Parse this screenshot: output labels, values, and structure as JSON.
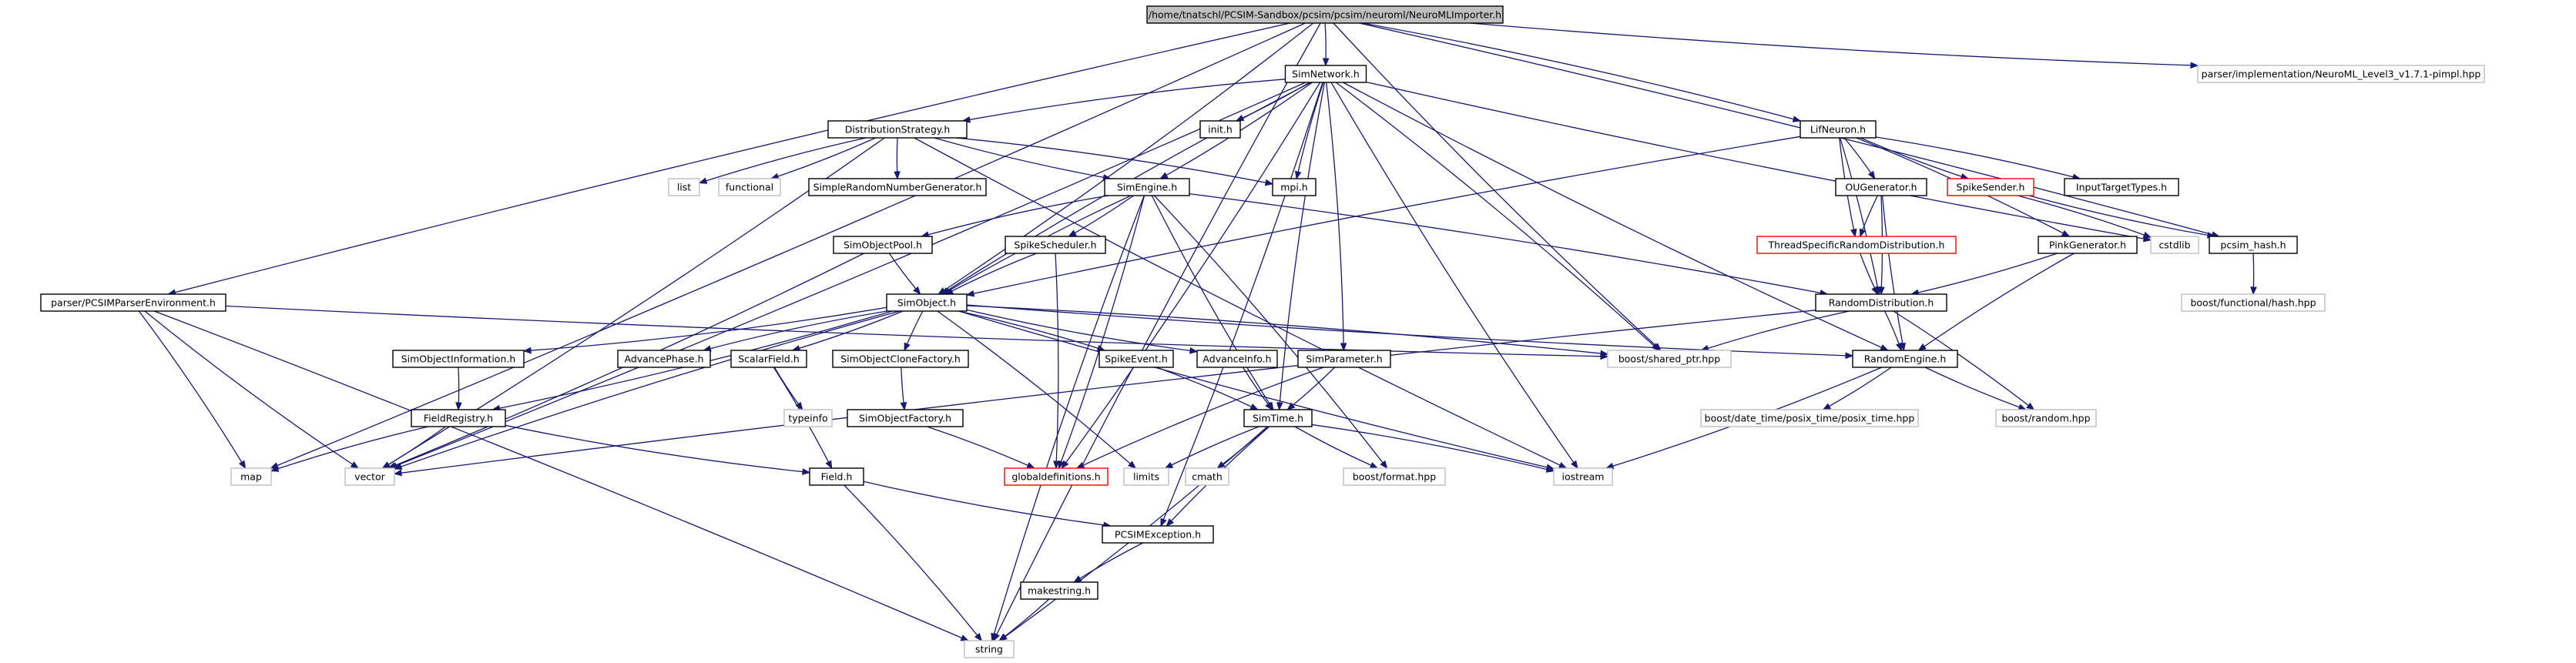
{
  "colors": {
    "edge": "#191970",
    "root_fill": "#bfbfbf",
    "normal_border": "#000000",
    "external_border": "#bfbfbf",
    "truncated_border": "#ff0000",
    "text": "#000000"
  },
  "nodes": [
    {
      "id": "root",
      "label": "/home/tnatschl/PCSIM-Sandbox/pcsim/pcsim/neuroml/NeuroMLImporter.h",
      "kind": "root"
    },
    {
      "id": "simnetwork",
      "label": "SimNetwork.h",
      "kind": "normal"
    },
    {
      "id": "neuroml_impl",
      "label": "parser/implementation/NeuroML_Level3_v1.7.1-pimpl.hpp",
      "kind": "external"
    },
    {
      "id": "diststrategy",
      "label": "DistributionStrategy.h",
      "kind": "normal"
    },
    {
      "id": "inith",
      "label": "init.h",
      "kind": "normal"
    },
    {
      "id": "lifneuron",
      "label": "LifNeuron.h",
      "kind": "normal"
    },
    {
      "id": "list",
      "label": "list",
      "kind": "external"
    },
    {
      "id": "functional",
      "label": "functional",
      "kind": "external"
    },
    {
      "id": "simplerng",
      "label": "SimpleRandomNumberGenerator.h",
      "kind": "normal"
    },
    {
      "id": "mpih",
      "label": "mpi.h",
      "kind": "normal"
    },
    {
      "id": "ougenerator",
      "label": "OUGenerator.h",
      "kind": "normal"
    },
    {
      "id": "spikesender",
      "label": "SpikeSender.h",
      "kind": "truncated"
    },
    {
      "id": "inputtargettypes",
      "label": "InputTargetTypes.h",
      "kind": "normal"
    },
    {
      "id": "simengine",
      "label": "SimEngine.h",
      "kind": "normal"
    },
    {
      "id": "simobjectpool",
      "label": "SimObjectPool.h",
      "kind": "normal"
    },
    {
      "id": "spikescheduler",
      "label": "SpikeScheduler.h",
      "kind": "normal"
    },
    {
      "id": "threadspecific",
      "label": "ThreadSpecificRandomDistribution.h",
      "kind": "truncated"
    },
    {
      "id": "pinkgenerator",
      "label": "PinkGenerator.h",
      "kind": "normal"
    },
    {
      "id": "cstdlib",
      "label": "cstdlib",
      "kind": "external"
    },
    {
      "id": "pcsimhash",
      "label": "pcsim_hash.h",
      "kind": "normal"
    },
    {
      "id": "parserenv",
      "label": "parser/PCSIMParserEnvironment.h",
      "kind": "normal"
    },
    {
      "id": "simobject",
      "label": "SimObject.h",
      "kind": "normal"
    },
    {
      "id": "randomdist",
      "label": "RandomDistribution.h",
      "kind": "normal"
    },
    {
      "id": "boosthash",
      "label": "boost/functional/hash.hpp",
      "kind": "external"
    },
    {
      "id": "simobjinfo",
      "label": "SimObjectInformation.h",
      "kind": "normal"
    },
    {
      "id": "advancephase",
      "label": "AdvancePhase.h",
      "kind": "normal"
    },
    {
      "id": "scalarfield",
      "label": "ScalarField.h",
      "kind": "normal"
    },
    {
      "id": "simobjclonefactory",
      "label": "SimObjectCloneFactory.h",
      "kind": "normal"
    },
    {
      "id": "spikeevent",
      "label": "SpikeEvent.h",
      "kind": "normal"
    },
    {
      "id": "advanceinfo",
      "label": "AdvanceInfo.h",
      "kind": "normal"
    },
    {
      "id": "simparameter",
      "label": "SimParameter.h",
      "kind": "normal"
    },
    {
      "id": "sharedptr",
      "label": "boost/shared_ptr.hpp",
      "kind": "external"
    },
    {
      "id": "randomengine",
      "label": "RandomEngine.h",
      "kind": "normal"
    },
    {
      "id": "typeinfo",
      "label": "typeinfo",
      "kind": "external"
    },
    {
      "id": "simobjfactory",
      "label": "SimObjectFactory.h",
      "kind": "normal"
    },
    {
      "id": "fieldregistry",
      "label": "FieldRegistry.h",
      "kind": "normal"
    },
    {
      "id": "simtime",
      "label": "SimTime.h",
      "kind": "normal"
    },
    {
      "id": "posixtime",
      "label": "boost/date_time/posix_time/posix_time.hpp",
      "kind": "external"
    },
    {
      "id": "boostrandom",
      "label": "boost/random.hpp",
      "kind": "external"
    },
    {
      "id": "map",
      "label": "map",
      "kind": "external"
    },
    {
      "id": "vector",
      "label": "vector",
      "kind": "external"
    },
    {
      "id": "globaldefs",
      "label": "globaldefinitions.h",
      "kind": "truncated"
    },
    {
      "id": "limits",
      "label": "limits",
      "kind": "external"
    },
    {
      "id": "cmath",
      "label": "cmath",
      "kind": "external"
    },
    {
      "id": "boostformat",
      "label": "boost/format.hpp",
      "kind": "external"
    },
    {
      "id": "iostream",
      "label": "iostream",
      "kind": "external"
    },
    {
      "id": "field",
      "label": "Field.h",
      "kind": "normal"
    },
    {
      "id": "pcsimexception",
      "label": "PCSIMException.h",
      "kind": "normal"
    },
    {
      "id": "makestring",
      "label": "makestring.h",
      "kind": "normal"
    },
    {
      "id": "string",
      "label": "string",
      "kind": "external"
    }
  ],
  "edges": [
    [
      "root",
      "simnetwork"
    ],
    [
      "root",
      "neuroml_impl"
    ],
    [
      "root",
      "lifneuron"
    ],
    [
      "root",
      "parserenv"
    ],
    [
      "root",
      "simobject"
    ],
    [
      "root",
      "sharedptr"
    ],
    [
      "root",
      "map"
    ],
    [
      "root",
      "string"
    ],
    [
      "root",
      "pcsimhash"
    ],
    [
      "simnetwork",
      "diststrategy"
    ],
    [
      "simnetwork",
      "inith"
    ],
    [
      "simnetwork",
      "mpih"
    ],
    [
      "simnetwork",
      "simengine"
    ],
    [
      "simnetwork",
      "simobject"
    ],
    [
      "simnetwork",
      "simparameter"
    ],
    [
      "simnetwork",
      "simtime"
    ],
    [
      "simnetwork",
      "sharedptr"
    ],
    [
      "simnetwork",
      "randomengine"
    ],
    [
      "simnetwork",
      "pcsimexception"
    ],
    [
      "simnetwork",
      "iostream"
    ],
    [
      "simnetwork",
      "vector"
    ],
    [
      "simnetwork",
      "cstdlib"
    ],
    [
      "simnetwork",
      "globaldefs"
    ],
    [
      "diststrategy",
      "list"
    ],
    [
      "diststrategy",
      "functional"
    ],
    [
      "diststrategy",
      "simplerng"
    ],
    [
      "diststrategy",
      "mpih"
    ],
    [
      "diststrategy",
      "simengine"
    ],
    [
      "diststrategy",
      "vector"
    ],
    [
      "diststrategy",
      "iostream"
    ],
    [
      "lifneuron",
      "ougenerator"
    ],
    [
      "lifneuron",
      "spikesender"
    ],
    [
      "lifneuron",
      "inputtargettypes"
    ],
    [
      "lifneuron",
      "threadspecific"
    ],
    [
      "lifneuron",
      "pinkgenerator"
    ],
    [
      "lifneuron",
      "simobject"
    ],
    [
      "lifneuron",
      "randomdist"
    ],
    [
      "ougenerator",
      "threadspecific"
    ],
    [
      "ougenerator",
      "randomdist"
    ],
    [
      "ougenerator",
      "randomengine"
    ],
    [
      "spikesender",
      "cstdlib"
    ],
    [
      "spikesender",
      "pcsimhash"
    ],
    [
      "pcsimhash",
      "boosthash"
    ],
    [
      "simengine",
      "simobjectpool"
    ],
    [
      "simengine",
      "spikescheduler"
    ],
    [
      "simengine",
      "simobject"
    ],
    [
      "simengine",
      "globaldefs"
    ],
    [
      "simengine",
      "simtime"
    ],
    [
      "simengine",
      "boostformat"
    ],
    [
      "simengine",
      "string"
    ],
    [
      "simengine",
      "randomdist"
    ],
    [
      "simobjectpool",
      "simobject"
    ],
    [
      "simobjectpool",
      "vector"
    ],
    [
      "spikescheduler",
      "simobject"
    ],
    [
      "spikescheduler",
      "globaldefs"
    ],
    [
      "threadspecific",
      "randomdist"
    ],
    [
      "pinkgenerator",
      "randomdist"
    ],
    [
      "pinkgenerator",
      "randomengine"
    ],
    [
      "parserenv",
      "map"
    ],
    [
      "parserenv",
      "vector"
    ],
    [
      "parserenv",
      "string"
    ],
    [
      "parserenv",
      "sharedptr"
    ],
    [
      "simobject",
      "simobjinfo"
    ],
    [
      "simobject",
      "advancephase"
    ],
    [
      "simobject",
      "scalarfield"
    ],
    [
      "simobject",
      "simobjclonefactory"
    ],
    [
      "simobject",
      "spikeevent"
    ],
    [
      "simobject",
      "advanceinfo"
    ],
    [
      "simobject",
      "sharedptr"
    ],
    [
      "simobject",
      "randomengine"
    ],
    [
      "simobject",
      "fieldregistry"
    ],
    [
      "simobject",
      "vector"
    ],
    [
      "simobject",
      "limits"
    ],
    [
      "simobject",
      "iostream"
    ],
    [
      "randomdist",
      "randomengine"
    ],
    [
      "randomdist",
      "sharedptr"
    ],
    [
      "randomdist",
      "boostrandom"
    ],
    [
      "randomdist",
      "vector"
    ],
    [
      "simobjinfo",
      "fieldregistry"
    ],
    [
      "scalarfield",
      "typeinfo"
    ],
    [
      "scalarfield",
      "field"
    ],
    [
      "simobjclonefactory",
      "simobjfactory"
    ],
    [
      "spikeevent",
      "simtime"
    ],
    [
      "advanceinfo",
      "simtime"
    ],
    [
      "simparameter",
      "simtime"
    ],
    [
      "simparameter",
      "globaldefs"
    ],
    [
      "simobjfactory",
      "globaldefs"
    ],
    [
      "fieldregistry",
      "map"
    ],
    [
      "fieldregistry",
      "vector"
    ],
    [
      "fieldregistry",
      "field"
    ],
    [
      "randomengine",
      "posixtime"
    ],
    [
      "randomengine",
      "boostrandom"
    ],
    [
      "randomengine",
      "iostream"
    ],
    [
      "simtime",
      "limits"
    ],
    [
      "simtime",
      "cmath"
    ],
    [
      "simtime",
      "boostformat"
    ],
    [
      "simtime",
      "iostream"
    ],
    [
      "simtime",
      "pcsimexception"
    ],
    [
      "simtime",
      "string"
    ],
    [
      "field",
      "pcsimexception"
    ],
    [
      "field",
      "string"
    ],
    [
      "pcsimexception",
      "makestring"
    ],
    [
      "makestring",
      "string"
    ]
  ]
}
